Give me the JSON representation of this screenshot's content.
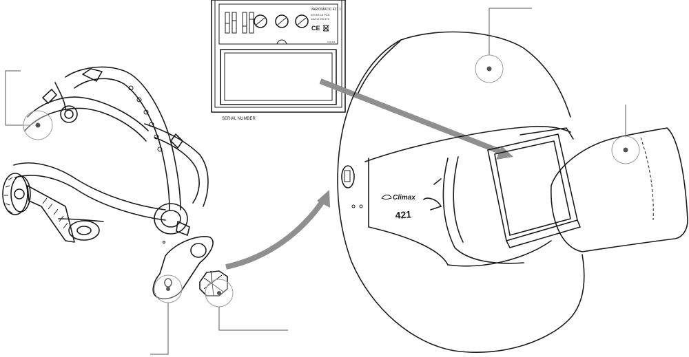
{
  "cartridge": {
    "model_label": "VARIOMATIC 421 I",
    "spec_line_1": "4/9-9/9-13 PCS",
    "spec_line_2": "1/1/1/2 EN 379",
    "serial_label": "SERIAL NUMBER",
    "small_code": "LSS 001"
  },
  "helmet": {
    "brand": "Climax",
    "model": "421"
  },
  "colors": {
    "line": "#1a1a1a",
    "arrow": "#8f8f8f",
    "callout_dot": "#555555",
    "visor_tint": "#e6e6e6"
  }
}
